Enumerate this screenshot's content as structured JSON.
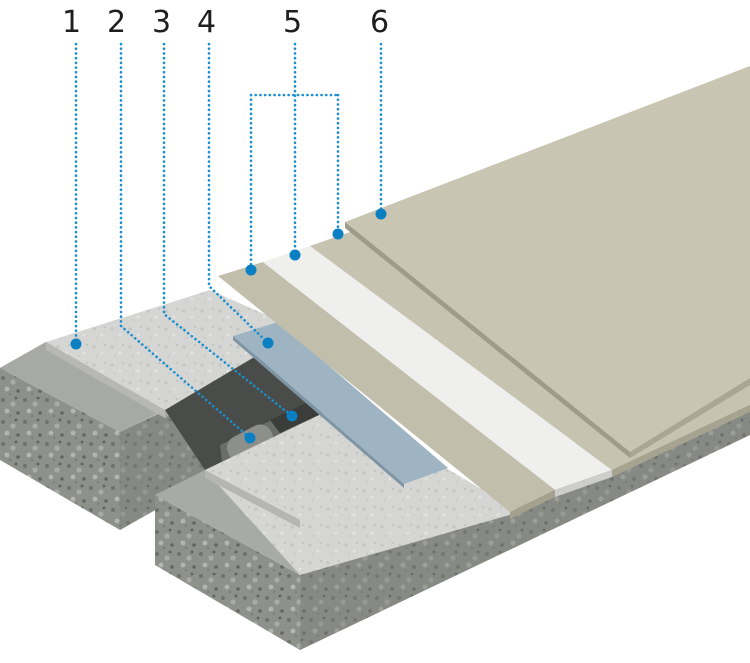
{
  "diagram": {
    "callouts": [
      {
        "label": "1"
      },
      {
        "label": "2"
      },
      {
        "label": "3"
      },
      {
        "label": "4"
      },
      {
        "label": "5"
      },
      {
        "label": "6"
      }
    ]
  },
  "colors": {
    "callout_dot": "#0a7fc2",
    "leader_line": "#1a8fd0",
    "label_text": "#1e1e1e",
    "concrete": "#8f918c",
    "screed": "#d6d7d5",
    "tape": "#9fb4c2",
    "membrane_beige": "#c4c2ae",
    "membrane_white": "#f1f1ef"
  }
}
